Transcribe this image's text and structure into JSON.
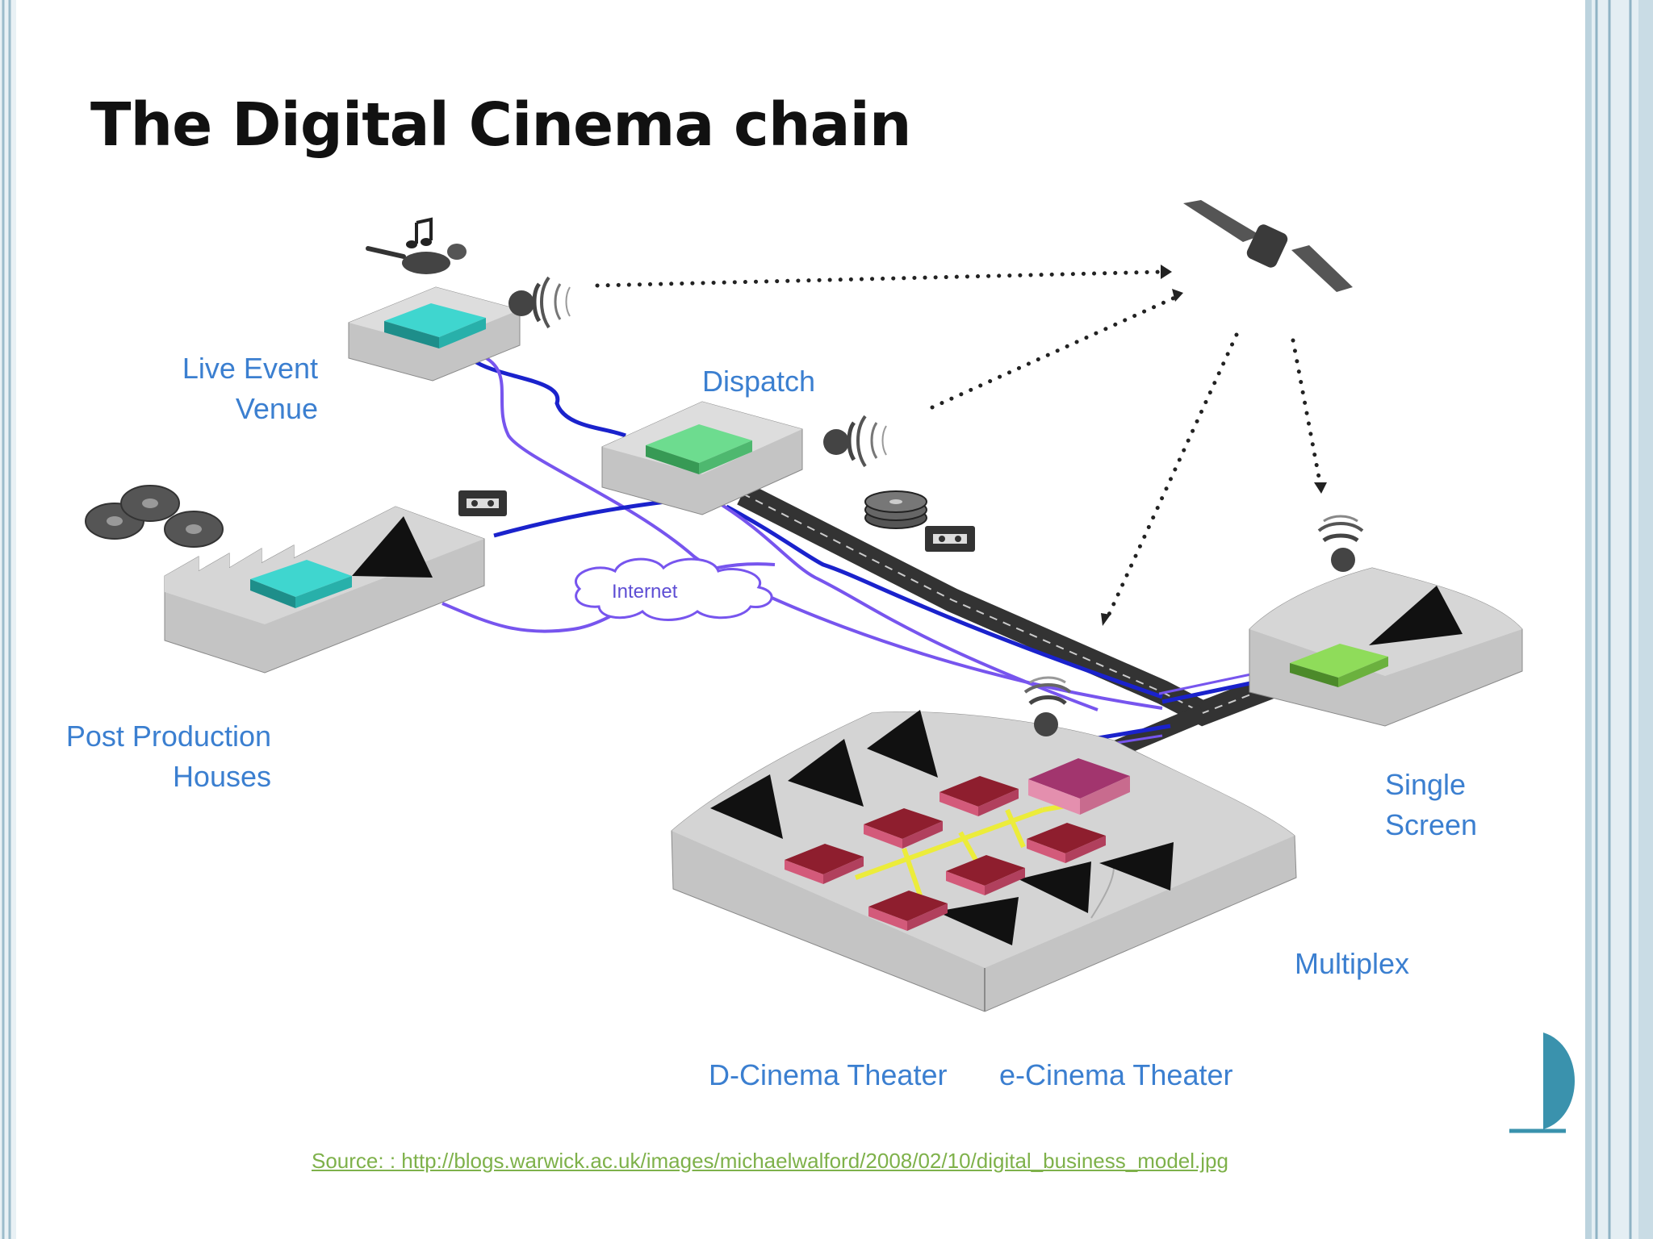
{
  "slide": {
    "title": "The Digital Cinema chain",
    "source": "Source: : http://blogs.warwick.ac.uk/images/michaelwalford/2008/02/10/digital_business_model.jpg"
  },
  "labels": {
    "live_event_venue": [
      "Live Event",
      "Venue"
    ],
    "dispatch": "Dispatch",
    "internet": "Internet",
    "post_production": [
      "Post Production",
      "Houses"
    ],
    "single_screen": [
      "Single",
      "Screen"
    ],
    "multiplex": "Multiplex",
    "d_cinema": "D-Cinema Theater",
    "e_cinema": "e-Cinema Theater"
  },
  "icons": [
    "music-note-icon",
    "satellite-icon",
    "antenna-icon",
    "film-reels-icon",
    "cassette-icon",
    "disc-stack-icon",
    "projector-icon"
  ],
  "colors": {
    "label_blue": "#3b7fd0",
    "fiber_dark": "#1a22cc",
    "fiber_light": "#7755ee",
    "road": "#3a3a3a",
    "building": "#c4c4c4",
    "server_teal": "#3fd6cf",
    "server_green": "#6ddc8f",
    "server_red": "#8e1e2e",
    "server_magenta": "#a2356e",
    "lan_yellow": "#ecec3a",
    "frame_accent": "#3a92ad",
    "source_link": "#7eb14a"
  }
}
